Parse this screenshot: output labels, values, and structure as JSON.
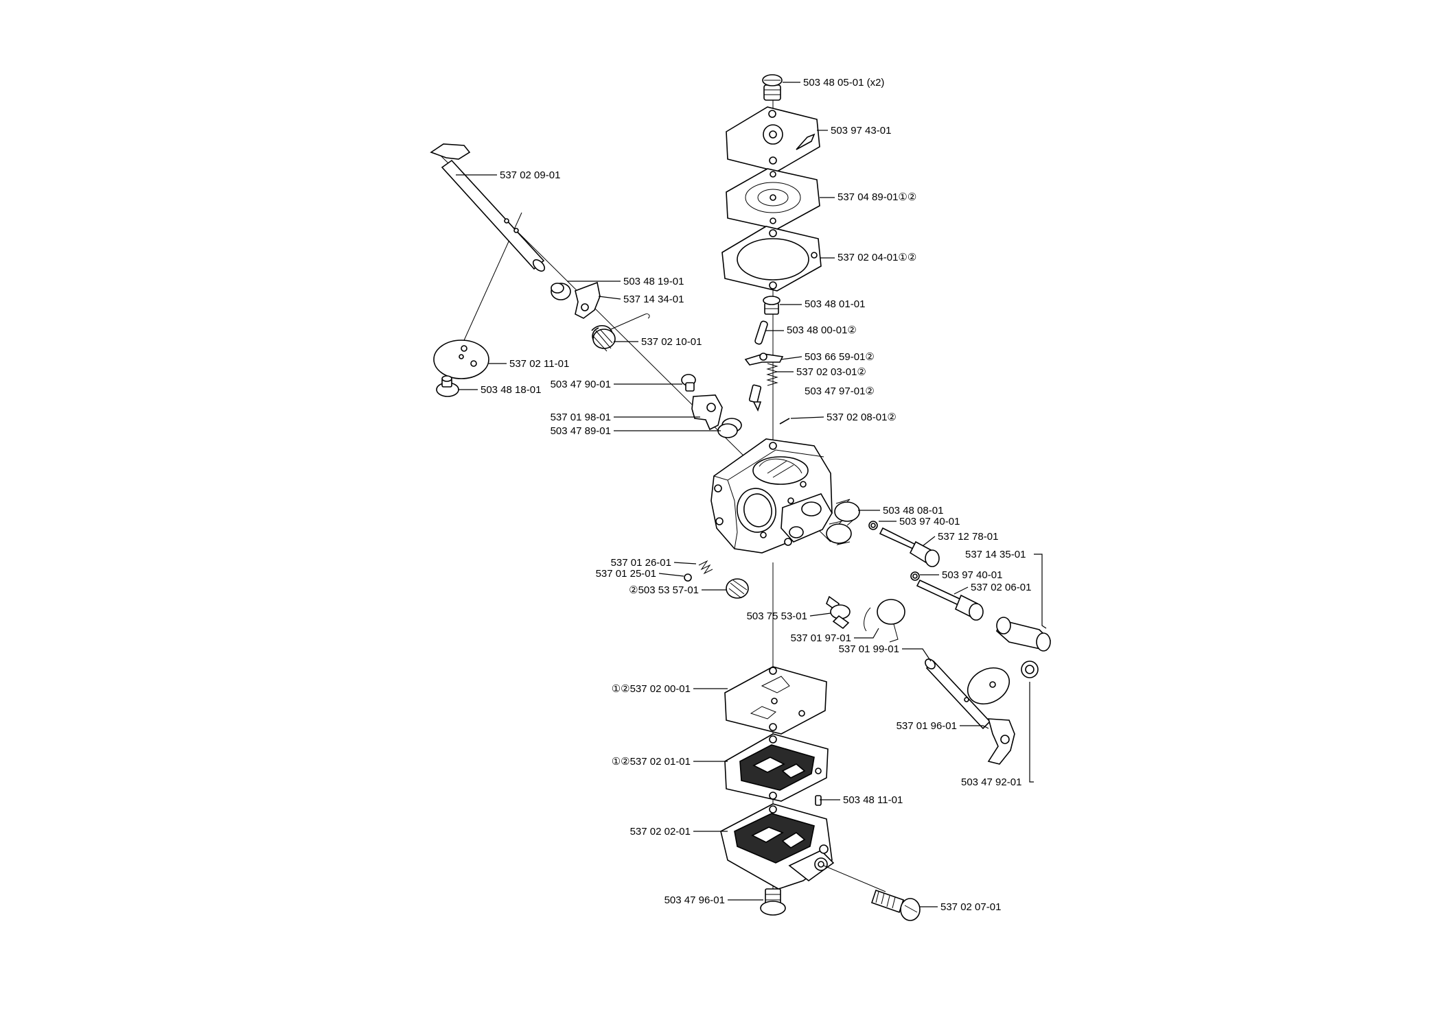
{
  "labels": {
    "l01": "503 48 05-01 (x2)",
    "l02": "503 97 43-01",
    "l03": "537 04 89-01①②",
    "l04": "537 02 04-01①②",
    "l05": "503 48 01-01",
    "l06": "503 48 00-01②",
    "l07": "503 66 59-01②",
    "l08": "537 02 03-01②",
    "l09": "503 47 97-01②",
    "l10": "537 02 08-01②",
    "l11": "537 02 09-01",
    "l12": "503 48 19-01",
    "l13": "537 14 34-01",
    "l14": "537 02 10-01",
    "l15": "537 02 11-01",
    "l16": "503 48 18-01",
    "l17": "503 47 90-01",
    "l18": "537 01 98-01",
    "l19": "503 47 89-01",
    "l20": "503 48 08-01",
    "l21": "503 97 40-01",
    "l22": "537 12 78-01",
    "l23": "537 14 35-01",
    "l24": "503 97 40-01",
    "l25": "537 02 06-01",
    "l26": "537 01 26-01",
    "l27": "537 01 25-01",
    "l28": "②503 53 57-01",
    "l29": "503 75 53-01",
    "l30": "537 01 97-01",
    "l31": "537 01 99-01",
    "l32": "①②537 02 00-01",
    "l33": "537 01 96-01",
    "l34": "①②537 02 01-01",
    "l35": "503 47 92-01",
    "l36": "503 48 11-01",
    "l37": "537 02 02-01",
    "l38": "503 47 96-01",
    "l39": "537 02 07-01"
  }
}
